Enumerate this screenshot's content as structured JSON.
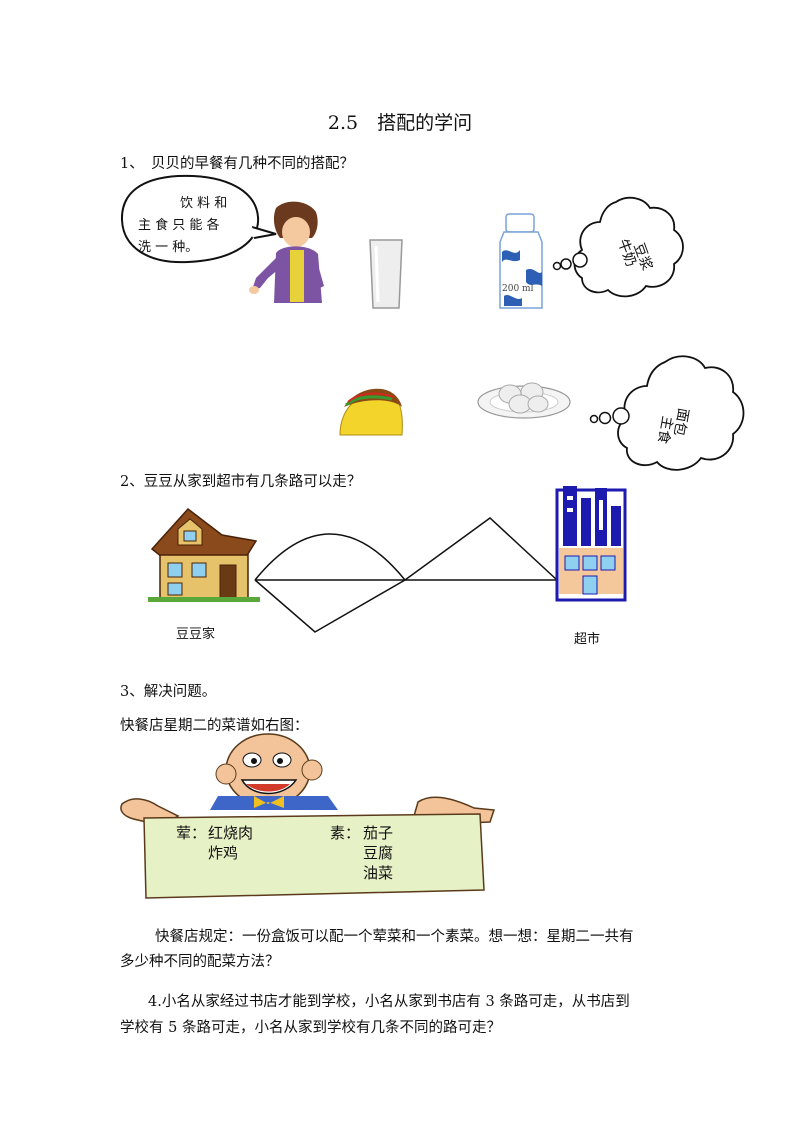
{
  "title": "2.5　搭配的学问",
  "q1": {
    "text": "1、　贝贝的早餐有几种不同的搭配？",
    "speech": [
      "饮 料 和",
      "主 食 只 能 各",
      "洗 一 种。"
    ],
    "milk_label": "200 ml",
    "cloud_drinks": [
      "牛奶",
      "豆浆"
    ],
    "cloud_food": [
      "主食",
      "面包"
    ]
  },
  "q2": {
    "text": "2、豆豆从家到超市有几条路可以走？",
    "home_label": "豆豆家",
    "market_label": "超市"
  },
  "q3": {
    "text": "3、解决问题。",
    "menu_intro": "快餐店星期二的菜谱如右图：",
    "meat_label": "荤：",
    "meat_items": [
      "红烧肉",
      "炸鸡"
    ],
    "veg_label": "素：",
    "veg_items": [
      "茄子",
      "豆腐",
      "油菜"
    ],
    "rule_line1": "快餐店规定：一份盒饭可以配一个荤菜和一个素菜。想一想：星期二一共有",
    "rule_line2": "多少种不同的配菜方法？"
  },
  "q4": {
    "line1": "4.小名从家经过书店才能到学校，小名从家到书店有 3 条路可走，从书店到",
    "line2": "学校有 5 条路可走，小名从家到学校有几条不同的路可走？"
  }
}
